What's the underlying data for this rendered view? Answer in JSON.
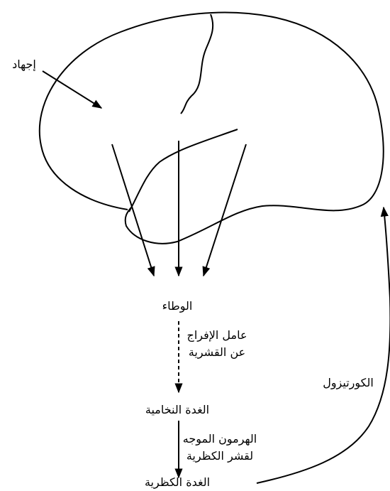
{
  "labels": {
    "stress": "إجهاد",
    "hypothalamus": "الوطاء",
    "crf_line1": "عامل الإفراج",
    "crf_line2": "عن القشرية",
    "pituitary": "الغدة النخامية",
    "acth_line1": "الهرمون الموجه",
    "acth_line2": "لقشر الكظرية",
    "adrenal": "الغدة الكظرية",
    "cortisol": "الكورتيزول"
  }
}
